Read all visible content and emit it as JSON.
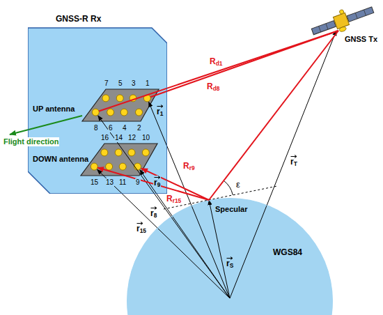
{
  "diagram": {
    "nodes": [
      {
        "text": [
          "GNSS-R Rx"
        ]
      },
      {
        "text": [
          "WGS84"
        ]
      }
    ],
    "labels": [
      "GNSS Tx",
      "Rd1",
      "Rd8",
      "UP antenna",
      "Flight direction",
      "7",
      "5",
      "3",
      "1",
      "8",
      "6",
      "4",
      "2",
      "r1",
      "16",
      "14",
      "12",
      "10",
      "15",
      "13",
      "11",
      "9",
      "DOWN antenna",
      "Rr9",
      "r9",
      "r8",
      "Rr15",
      "r15",
      "ε",
      "Specular",
      "rS",
      "rT"
    ]
  }
}
